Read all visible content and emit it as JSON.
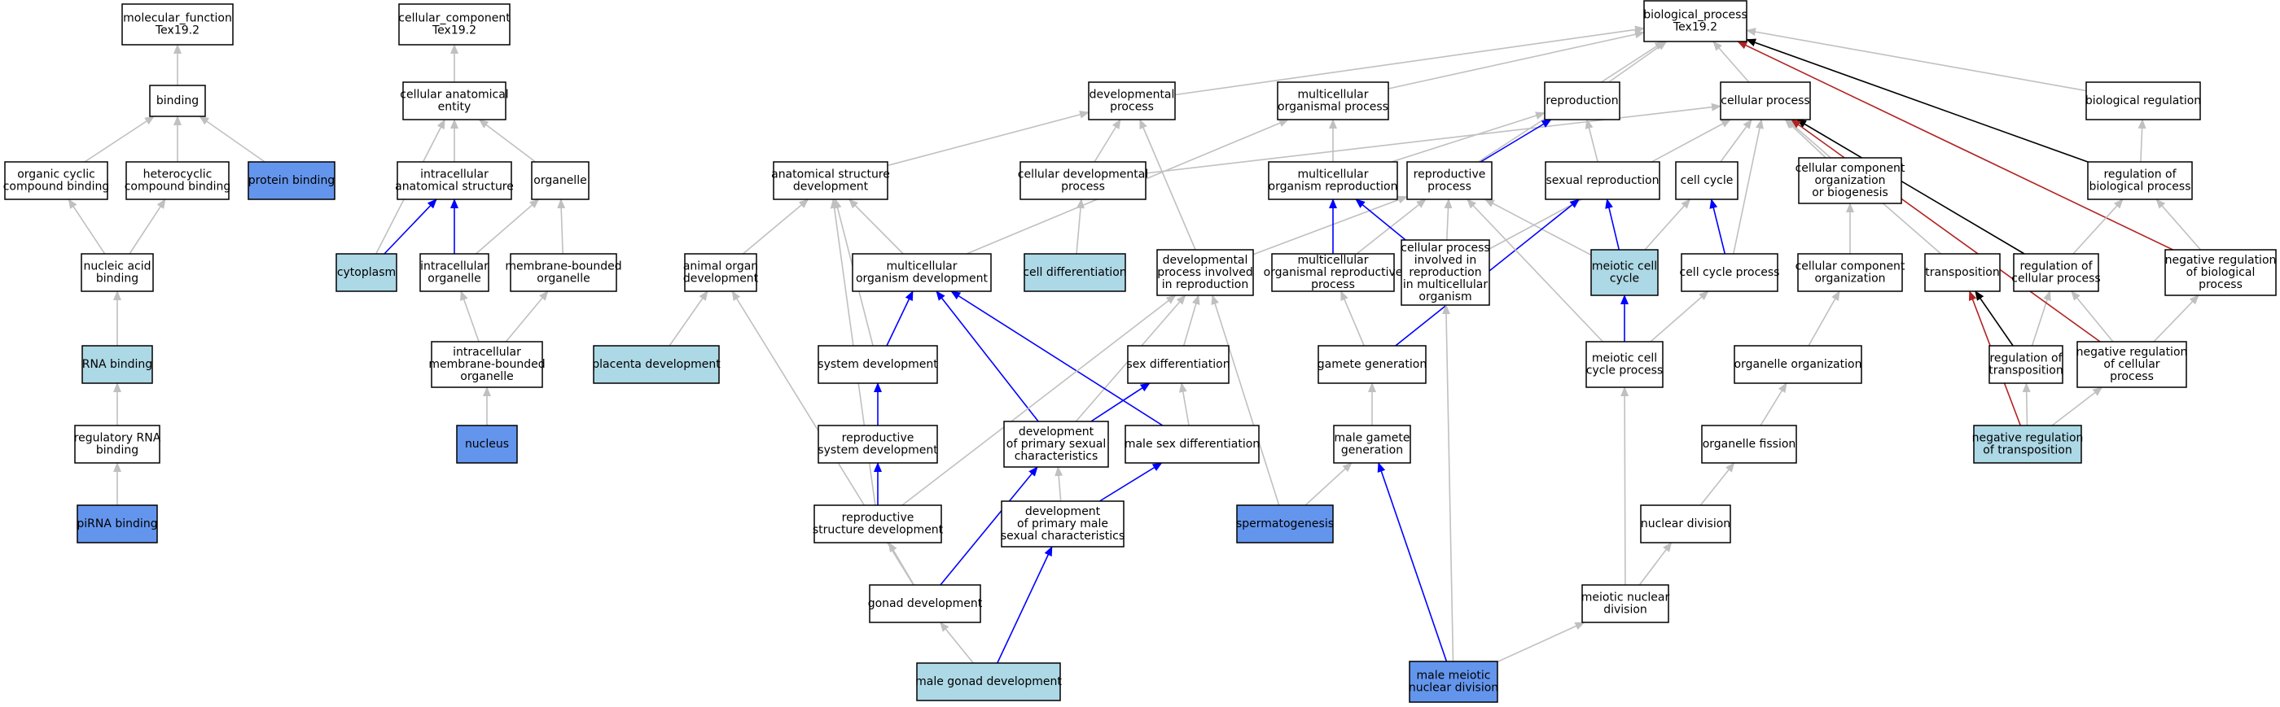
{
  "colors": {
    "default_fill": "#ffffff",
    "light_fill": "#add8e6",
    "dark_fill": "#6495ed",
    "is_a_edge": "#c0c0c0",
    "part_of_edge": "#0000ff",
    "regulates_edge": "#000000",
    "negatively_regulates_edge": "#b22222"
  },
  "nodes": [
    {
      "id": "mf",
      "lines": [
        "molecular_function",
        "Tex19.2"
      ],
      "fill": "default"
    },
    {
      "id": "binding",
      "lines": [
        "binding"
      ],
      "fill": "default"
    },
    {
      "id": "organic",
      "lines": [
        "organic cyclic",
        "compound binding"
      ],
      "fill": "default"
    },
    {
      "id": "hetero",
      "lines": [
        "heterocyclic",
        "compound binding"
      ],
      "fill": "default"
    },
    {
      "id": "protein_binding",
      "lines": [
        "protein binding"
      ],
      "fill": "dark"
    },
    {
      "id": "nucleic",
      "lines": [
        "nucleic acid",
        "binding"
      ],
      "fill": "default"
    },
    {
      "id": "rna_binding",
      "lines": [
        "RNA binding"
      ],
      "fill": "light"
    },
    {
      "id": "reg_rna",
      "lines": [
        "regulatory RNA",
        "binding"
      ],
      "fill": "default"
    },
    {
      "id": "pirna",
      "lines": [
        "piRNA binding"
      ],
      "fill": "dark"
    },
    {
      "id": "cc",
      "lines": [
        "cellular_component",
        "Tex19.2"
      ],
      "fill": "default"
    },
    {
      "id": "cae",
      "lines": [
        "cellular anatomical",
        "entity"
      ],
      "fill": "default"
    },
    {
      "id": "ias",
      "lines": [
        "intracellular",
        "anatomical structure"
      ],
      "fill": "default"
    },
    {
      "id": "organelle",
      "lines": [
        "organelle"
      ],
      "fill": "default"
    },
    {
      "id": "cytoplasm",
      "lines": [
        "cytoplasm"
      ],
      "fill": "light"
    },
    {
      "id": "io",
      "lines": [
        "intracellular",
        "organelle"
      ],
      "fill": "default"
    },
    {
      "id": "mbo",
      "lines": [
        "membrane-bounded",
        "organelle"
      ],
      "fill": "default"
    },
    {
      "id": "imbo",
      "lines": [
        "intracellular",
        "membrane-bounded",
        "organelle"
      ],
      "fill": "default"
    },
    {
      "id": "nucleus",
      "lines": [
        "nucleus"
      ],
      "fill": "dark"
    },
    {
      "id": "bp",
      "lines": [
        "biological_process",
        "Tex19.2"
      ],
      "fill": "default"
    },
    {
      "id": "devproc",
      "lines": [
        "developmental",
        "process"
      ],
      "fill": "default"
    },
    {
      "id": "mop",
      "lines": [
        "multicellular",
        "organismal process"
      ],
      "fill": "default"
    },
    {
      "id": "repro",
      "lines": [
        "reproduction"
      ],
      "fill": "default"
    },
    {
      "id": "cellproc",
      "lines": [
        "cellular process"
      ],
      "fill": "default"
    },
    {
      "id": "bioreg",
      "lines": [
        "biological regulation"
      ],
      "fill": "default"
    },
    {
      "id": "asd",
      "lines": [
        "anatomical structure",
        "development"
      ],
      "fill": "default"
    },
    {
      "id": "cdp",
      "lines": [
        "cellular developmental",
        "process"
      ],
      "fill": "default"
    },
    {
      "id": "mor",
      "lines": [
        "multicellular",
        "organism reproduction"
      ],
      "fill": "default"
    },
    {
      "id": "reprop",
      "lines": [
        "reproductive",
        "process"
      ],
      "fill": "default"
    },
    {
      "id": "sexrep",
      "lines": [
        "sexual reproduction"
      ],
      "fill": "default"
    },
    {
      "id": "cellcycle",
      "lines": [
        "cell cycle"
      ],
      "fill": "default"
    },
    {
      "id": "ccob",
      "lines": [
        "cellular component",
        "organization",
        "or biogenesis"
      ],
      "fill": "default"
    },
    {
      "id": "regbp",
      "lines": [
        "regulation of",
        "biological process"
      ],
      "fill": "default"
    },
    {
      "id": "aod",
      "lines": [
        "animal organ",
        "development"
      ],
      "fill": "default"
    },
    {
      "id": "mod",
      "lines": [
        "multicellular",
        "organism development"
      ],
      "fill": "default"
    },
    {
      "id": "celldiff",
      "lines": [
        "cell differentiation"
      ],
      "fill": "light"
    },
    {
      "id": "dpir",
      "lines": [
        "developmental",
        "process involved",
        "in reproduction"
      ],
      "fill": "default"
    },
    {
      "id": "mrp",
      "lines": [
        "multicellular",
        "organismal reproductive",
        "process"
      ],
      "fill": "default"
    },
    {
      "id": "cpir",
      "lines": [
        "cellular process",
        "involved in",
        "reproduction",
        "in multicellular",
        "organism"
      ],
      "fill": "default"
    },
    {
      "id": "mcc",
      "lines": [
        "meiotic cell",
        "cycle"
      ],
      "fill": "light"
    },
    {
      "id": "ccp",
      "lines": [
        "cell cycle process"
      ],
      "fill": "default"
    },
    {
      "id": "cco",
      "lines": [
        "cellular component",
        "organization"
      ],
      "fill": "default"
    },
    {
      "id": "transp",
      "lines": [
        "transposition"
      ],
      "fill": "default"
    },
    {
      "id": "regcp",
      "lines": [
        "regulation of",
        "cellular process"
      ],
      "fill": "default"
    },
    {
      "id": "nrbp",
      "lines": [
        "negative regulation",
        "of biological",
        "process"
      ],
      "fill": "default"
    },
    {
      "id": "placenta",
      "lines": [
        "placenta development"
      ],
      "fill": "light"
    },
    {
      "id": "sysdev",
      "lines": [
        "system development"
      ],
      "fill": "default"
    },
    {
      "id": "sexdiff",
      "lines": [
        "sex differentiation"
      ],
      "fill": "default"
    },
    {
      "id": "gamgen",
      "lines": [
        "gamete generation"
      ],
      "fill": "default"
    },
    {
      "id": "mccp",
      "lines": [
        "meiotic cell",
        "cycle process"
      ],
      "fill": "default"
    },
    {
      "id": "orgorg",
      "lines": [
        "organelle organization"
      ],
      "fill": "default"
    },
    {
      "id": "regtr",
      "lines": [
        "regulation of",
        "transposition"
      ],
      "fill": "default"
    },
    {
      "id": "nrcp",
      "lines": [
        "negative regulation",
        "of cellular",
        "process"
      ],
      "fill": "default"
    },
    {
      "id": "rsd",
      "lines": [
        "reproductive",
        "system development"
      ],
      "fill": "default"
    },
    {
      "id": "dpsc",
      "lines": [
        "development",
        "of primary sexual",
        "characteristics"
      ],
      "fill": "default"
    },
    {
      "id": "msd",
      "lines": [
        "male sex differentiation"
      ],
      "fill": "default"
    },
    {
      "id": "mgg",
      "lines": [
        "male gamete",
        "generation"
      ],
      "fill": "default"
    },
    {
      "id": "orgfis",
      "lines": [
        "organelle fission"
      ],
      "fill": "default"
    },
    {
      "id": "nrtr",
      "lines": [
        "negative regulation",
        "of transposition"
      ],
      "fill": "light"
    },
    {
      "id": "rstd",
      "lines": [
        "reproductive",
        "structure development"
      ],
      "fill": "default"
    },
    {
      "id": "dpmsc",
      "lines": [
        "development",
        "of primary male",
        "sexual characteristics"
      ],
      "fill": "default"
    },
    {
      "id": "spermato",
      "lines": [
        "spermatogenesis"
      ],
      "fill": "dark"
    },
    {
      "id": "nucdiv",
      "lines": [
        "nuclear division"
      ],
      "fill": "default"
    },
    {
      "id": "gonad",
      "lines": [
        "gonad development"
      ],
      "fill": "default"
    },
    {
      "id": "mnd",
      "lines": [
        "meiotic nuclear",
        "division"
      ],
      "fill": "default"
    },
    {
      "id": "mgd",
      "lines": [
        "male gonad development"
      ],
      "fill": "light"
    },
    {
      "id": "mmnd",
      "lines": [
        "male meiotic",
        "nuclear division"
      ],
      "fill": "dark"
    }
  ],
  "edges": [
    {
      "from": "binding",
      "to": "mf",
      "kind": "is_a"
    },
    {
      "from": "organic",
      "to": "binding",
      "kind": "is_a"
    },
    {
      "from": "hetero",
      "to": "binding",
      "kind": "is_a"
    },
    {
      "from": "protein_binding",
      "to": "binding",
      "kind": "is_a"
    },
    {
      "from": "nucleic",
      "to": "organic",
      "kind": "is_a"
    },
    {
      "from": "nucleic",
      "to": "hetero",
      "kind": "is_a"
    },
    {
      "from": "rna_binding",
      "to": "nucleic",
      "kind": "is_a"
    },
    {
      "from": "reg_rna",
      "to": "rna_binding",
      "kind": "is_a"
    },
    {
      "from": "pirna",
      "to": "reg_rna",
      "kind": "is_a"
    },
    {
      "from": "cae",
      "to": "cc",
      "kind": "is_a"
    },
    {
      "from": "ias",
      "to": "cae",
      "kind": "is_a"
    },
    {
      "from": "organelle",
      "to": "cae",
      "kind": "is_a"
    },
    {
      "from": "cytoplasm",
      "to": "cae",
      "kind": "is_a"
    },
    {
      "from": "cytoplasm",
      "to": "ias",
      "kind": "part_of"
    },
    {
      "from": "io",
      "to": "ias",
      "kind": "part_of"
    },
    {
      "from": "io",
      "to": "organelle",
      "kind": "is_a"
    },
    {
      "from": "mbo",
      "to": "organelle",
      "kind": "is_a"
    },
    {
      "from": "imbo",
      "to": "io",
      "kind": "is_a"
    },
    {
      "from": "imbo",
      "to": "mbo",
      "kind": "is_a"
    },
    {
      "from": "nucleus",
      "to": "imbo",
      "kind": "is_a"
    },
    {
      "from": "devproc",
      "to": "bp",
      "kind": "is_a"
    },
    {
      "from": "mop",
      "to": "bp",
      "kind": "is_a"
    },
    {
      "from": "repro",
      "to": "bp",
      "kind": "is_a"
    },
    {
      "from": "cellproc",
      "to": "bp",
      "kind": "is_a"
    },
    {
      "from": "bioreg",
      "to": "bp",
      "kind": "is_a"
    },
    {
      "from": "reprop",
      "to": "bp",
      "kind": "is_a"
    },
    {
      "from": "regbp",
      "to": "bp",
      "kind": "regulates"
    },
    {
      "from": "nrbp",
      "to": "bp",
      "kind": "negatively_regulates"
    },
    {
      "from": "asd",
      "to": "devproc",
      "kind": "is_a"
    },
    {
      "from": "cdp",
      "to": "devproc",
      "kind": "is_a"
    },
    {
      "from": "cdp",
      "to": "cellproc",
      "kind": "is_a"
    },
    {
      "from": "mor",
      "to": "mop",
      "kind": "is_a"
    },
    {
      "from": "mor",
      "to": "repro",
      "kind": "is_a"
    },
    {
      "from": "reprop",
      "to": "repro",
      "kind": "part_of"
    },
    {
      "from": "sexrep",
      "to": "repro",
      "kind": "is_a"
    },
    {
      "from": "cellcycle",
      "to": "cellproc",
      "kind": "is_a"
    },
    {
      "from": "ccob",
      "to": "cellproc",
      "kind": "is_a"
    },
    {
      "from": "regbp",
      "to": "bioreg",
      "kind": "is_a"
    },
    {
      "from": "aod",
      "to": "asd",
      "kind": "is_a"
    },
    {
      "from": "mod",
      "to": "asd",
      "kind": "is_a"
    },
    {
      "from": "mod",
      "to": "mop",
      "kind": "is_a"
    },
    {
      "from": "celldiff",
      "to": "cdp",
      "kind": "is_a"
    },
    {
      "from": "dpir",
      "to": "devproc",
      "kind": "is_a"
    },
    {
      "from": "dpir",
      "to": "reprop",
      "kind": "is_a"
    },
    {
      "from": "mrp",
      "to": "mor",
      "kind": "part_of"
    },
    {
      "from": "mrp",
      "to": "reprop",
      "kind": "is_a"
    },
    {
      "from": "cpir",
      "to": "mor",
      "kind": "part_of"
    },
    {
      "from": "cpir",
      "to": "reprop",
      "kind": "is_a"
    },
    {
      "from": "cpir",
      "to": "cellproc",
      "kind": "is_a"
    },
    {
      "from": "mcc",
      "to": "sexrep",
      "kind": "part_of"
    },
    {
      "from": "mcc",
      "to": "cellcycle",
      "kind": "is_a"
    },
    {
      "from": "mcc",
      "to": "reprop",
      "kind": "is_a"
    },
    {
      "from": "ccp",
      "to": "cellcycle",
      "kind": "part_of"
    },
    {
      "from": "ccp",
      "to": "cellproc",
      "kind": "is_a"
    },
    {
      "from": "cco",
      "to": "ccob",
      "kind": "is_a"
    },
    {
      "from": "transp",
      "to": "cellproc",
      "kind": "is_a"
    },
    {
      "from": "regcp",
      "to": "regbp",
      "kind": "is_a"
    },
    {
      "from": "regcp",
      "to": "cellproc",
      "kind": "regulates"
    },
    {
      "from": "nrbp",
      "to": "regbp",
      "kind": "is_a"
    },
    {
      "from": "placenta",
      "to": "aod",
      "kind": "is_a"
    },
    {
      "from": "sysdev",
      "to": "mod",
      "kind": "part_of"
    },
    {
      "from": "sysdev",
      "to": "asd",
      "kind": "is_a"
    },
    {
      "from": "sexdiff",
      "to": "dpir",
      "kind": "is_a"
    },
    {
      "from": "gamgen",
      "to": "sexrep",
      "kind": "part_of"
    },
    {
      "from": "gamgen",
      "to": "mrp",
      "kind": "is_a"
    },
    {
      "from": "mccp",
      "to": "mcc",
      "kind": "part_of"
    },
    {
      "from": "mccp",
      "to": "ccp",
      "kind": "is_a"
    },
    {
      "from": "mccp",
      "to": "reprop",
      "kind": "is_a"
    },
    {
      "from": "orgorg",
      "to": "cco",
      "kind": "is_a"
    },
    {
      "from": "regtr",
      "to": "regcp",
      "kind": "is_a"
    },
    {
      "from": "regtr",
      "to": "transp",
      "kind": "regulates"
    },
    {
      "from": "nrcp",
      "to": "regcp",
      "kind": "is_a"
    },
    {
      "from": "nrcp",
      "to": "nrbp",
      "kind": "is_a"
    },
    {
      "from": "nrcp",
      "to": "cellproc",
      "kind": "negatively_regulates"
    },
    {
      "from": "rsd",
      "to": "sysdev",
      "kind": "part_of"
    },
    {
      "from": "dpsc",
      "to": "mod",
      "kind": "part_of"
    },
    {
      "from": "dpsc",
      "to": "sexdiff",
      "kind": "part_of"
    },
    {
      "from": "dpsc",
      "to": "dpir",
      "kind": "is_a"
    },
    {
      "from": "msd",
      "to": "mod",
      "kind": "part_of"
    },
    {
      "from": "msd",
      "to": "sexdiff",
      "kind": "is_a"
    },
    {
      "from": "mgg",
      "to": "gamgen",
      "kind": "is_a"
    },
    {
      "from": "orgfis",
      "to": "orgorg",
      "kind": "is_a"
    },
    {
      "from": "nrtr",
      "to": "regtr",
      "kind": "is_a"
    },
    {
      "from": "nrtr",
      "to": "nrcp",
      "kind": "is_a"
    },
    {
      "from": "nrtr",
      "to": "transp",
      "kind": "negatively_regulates"
    },
    {
      "from": "rstd",
      "to": "rsd",
      "kind": "part_of"
    },
    {
      "from": "rstd",
      "to": "asd",
      "kind": "is_a"
    },
    {
      "from": "rstd",
      "to": "dpir",
      "kind": "is_a"
    },
    {
      "from": "dpmsc",
      "to": "dpsc",
      "kind": "is_a"
    },
    {
      "from": "dpmsc",
      "to": "msd",
      "kind": "part_of"
    },
    {
      "from": "spermato",
      "to": "mgg",
      "kind": "is_a"
    },
    {
      "from": "spermato",
      "to": "dpir",
      "kind": "is_a"
    },
    {
      "from": "nucdiv",
      "to": "orgfis",
      "kind": "is_a"
    },
    {
      "from": "gonad",
      "to": "rstd",
      "kind": "is_a"
    },
    {
      "from": "gonad",
      "to": "dpsc",
      "kind": "part_of"
    },
    {
      "from": "gonad",
      "to": "aod",
      "kind": "is_a"
    },
    {
      "from": "mnd",
      "to": "nucdiv",
      "kind": "is_a"
    },
    {
      "from": "mnd",
      "to": "mccp",
      "kind": "is_a"
    },
    {
      "from": "mgd",
      "to": "gonad",
      "kind": "is_a"
    },
    {
      "from": "mgd",
      "to": "dpmsc",
      "kind": "part_of"
    },
    {
      "from": "mmnd",
      "to": "mnd",
      "kind": "is_a"
    },
    {
      "from": "mmnd",
      "to": "mgg",
      "kind": "part_of"
    },
    {
      "from": "mmnd",
      "to": "cpir",
      "kind": "is_a"
    }
  ]
}
